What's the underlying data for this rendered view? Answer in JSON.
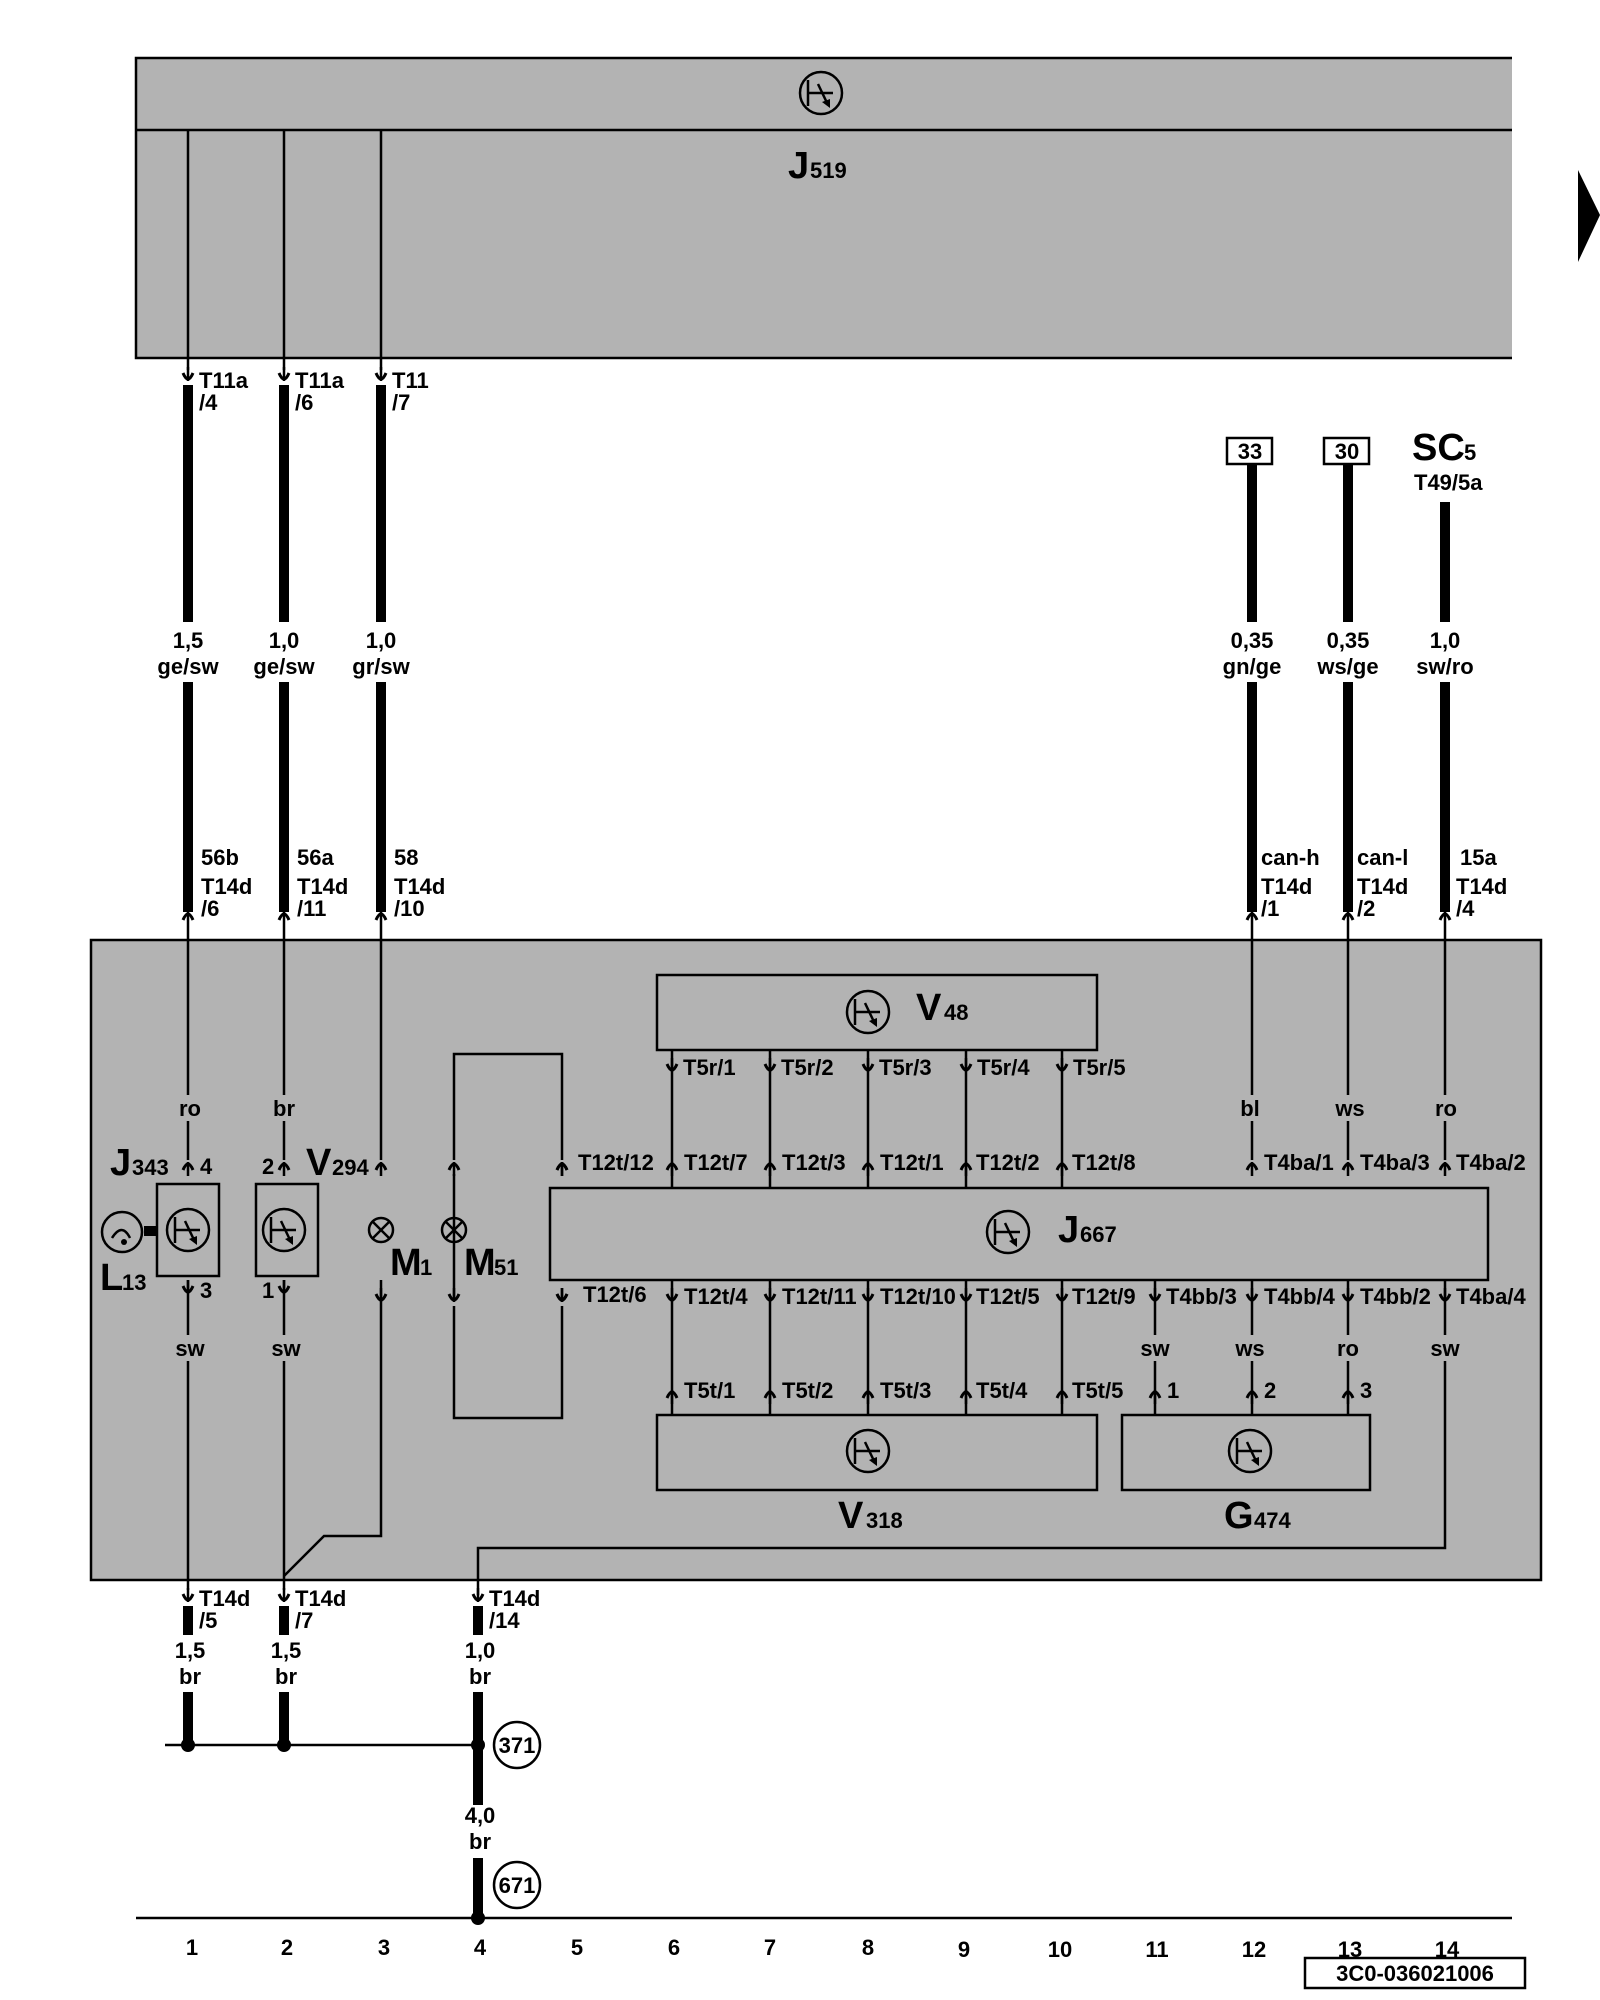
{
  "modules": {
    "j519": {
      "main": "J",
      "sub": "519"
    },
    "j667": {
      "main": "J",
      "sub": "667"
    },
    "v48": {
      "main": "V",
      "sub": "48"
    },
    "v318": {
      "main": "V",
      "sub": "318"
    },
    "g474": {
      "main": "G",
      "sub": "474"
    },
    "j343": {
      "main": "J",
      "sub": "343"
    },
    "v294": {
      "main": "V",
      "sub": "294"
    },
    "l13": {
      "main": "L",
      "sub": "13"
    },
    "m1": {
      "main": "M",
      "sub": "1"
    },
    "m51": {
      "main": "M",
      "sub": "51"
    },
    "sc5": {
      "main": "SC",
      "sub": "5",
      "pin": "T49/5a"
    }
  },
  "top_wires": [
    {
      "conn": "T11a",
      "pin": "/4",
      "size": "1,5",
      "color": "ge/sw",
      "term": "56b",
      "conn2": "T14d",
      "pin2": "/6"
    },
    {
      "conn": "T11a",
      "pin": "/6",
      "size": "1,0",
      "color": "ge/sw",
      "term": "56a",
      "conn2": "T14d",
      "pin2": "/11"
    },
    {
      "conn": "T11",
      "pin": "/7",
      "size": "1,0",
      "color": "gr/sw",
      "term": "58",
      "conn2": "T14d",
      "pin2": "/10"
    },
    {
      "ref": "33",
      "size": "0,35",
      "color": "gn/ge",
      "term": "can-h",
      "conn2": "T14d",
      "pin2": "/1"
    },
    {
      "ref": "30",
      "size": "0,35",
      "color": "ws/ge",
      "term": "can-l",
      "conn2": "T14d",
      "pin2": "/2"
    },
    {
      "size": "1,0",
      "color": "sw/ro",
      "term": "15a",
      "conn2": "T14d",
      "pin2": "/4"
    }
  ],
  "inner_colors": {
    "ro1": "ro",
    "br2": "br",
    "bl12": "bl",
    "ws13": "ws",
    "ro14": "ro",
    "sw1": "sw",
    "sw2": "sw",
    "sw11": "sw",
    "ws12": "ws",
    "ro13": "ro",
    "sw14": "sw"
  },
  "pins": {
    "j343_top": "4",
    "j343_bot": "3",
    "v294_top": "2",
    "v294_bot": "1",
    "t5r": [
      "T5r/1",
      "T5r/2",
      "T5r/3",
      "T5r/4",
      "T5r/5"
    ],
    "t12t_top": [
      "T12t/12",
      "T12t/7",
      "T12t/3",
      "T12t/1",
      "T12t/2",
      "T12t/8"
    ],
    "t4ba_top": [
      "T4ba/1",
      "T4ba/3",
      "T4ba/2"
    ],
    "t12t_bot": [
      "T12t/6",
      "T12t/4",
      "T12t/11",
      "T12t/10",
      "T12t/5",
      "T12t/9"
    ],
    "t4bb": [
      "T4bb/3",
      "T4bb/4",
      "T4bb/2"
    ],
    "t4ba_bot": "T4ba/4",
    "t5t": [
      "T5t/1",
      "T5t/2",
      "T5t/3",
      "T5t/4",
      "T5t/5"
    ],
    "g474": [
      "1",
      "2",
      "3"
    ]
  },
  "bottom_wires": [
    {
      "conn": "T14d",
      "pin": "/5",
      "size": "1,5",
      "color": "br"
    },
    {
      "conn": "T14d",
      "pin": "/7",
      "size": "1,5",
      "color": "br"
    },
    {
      "conn": "T14d",
      "pin": "/14",
      "size": "1,0",
      "color": "br"
    }
  ],
  "ground": {
    "node1": "371",
    "size": "4,0",
    "color": "br",
    "node2": "671"
  },
  "columns": [
    "1",
    "2",
    "3",
    "4",
    "5",
    "6",
    "7",
    "8",
    "9",
    "10",
    "11",
    "12",
    "13",
    "14"
  ],
  "diagram_id": "3C0-036021006"
}
